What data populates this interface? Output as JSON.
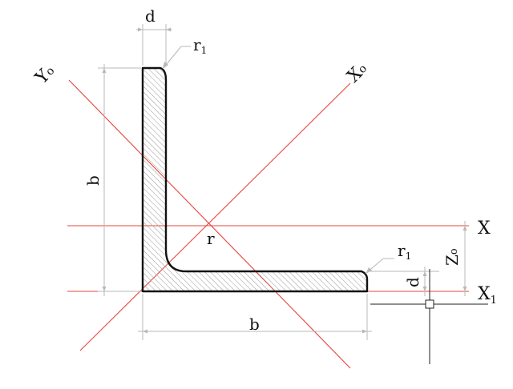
{
  "labels": {
    "d_top": "d",
    "r1_top": "r",
    "r1_top_sub": "1",
    "y0": "Y",
    "y0_sub": "o",
    "x0": "X",
    "x0_sub": "o",
    "b_left": "b",
    "x_axis": "X",
    "r_center": "r",
    "r1_right": "r",
    "r1_right_sub": "1",
    "z0": "Z",
    "z0_sub": "o",
    "d_right": "d",
    "x1": "X",
    "x1_sub": "1",
    "b_bottom": "b"
  },
  "colors": {
    "axis": "#e5473d",
    "outline": "#111111",
    "dimension": "#b8b8b8",
    "hatch": "#9a9a9a"
  }
}
